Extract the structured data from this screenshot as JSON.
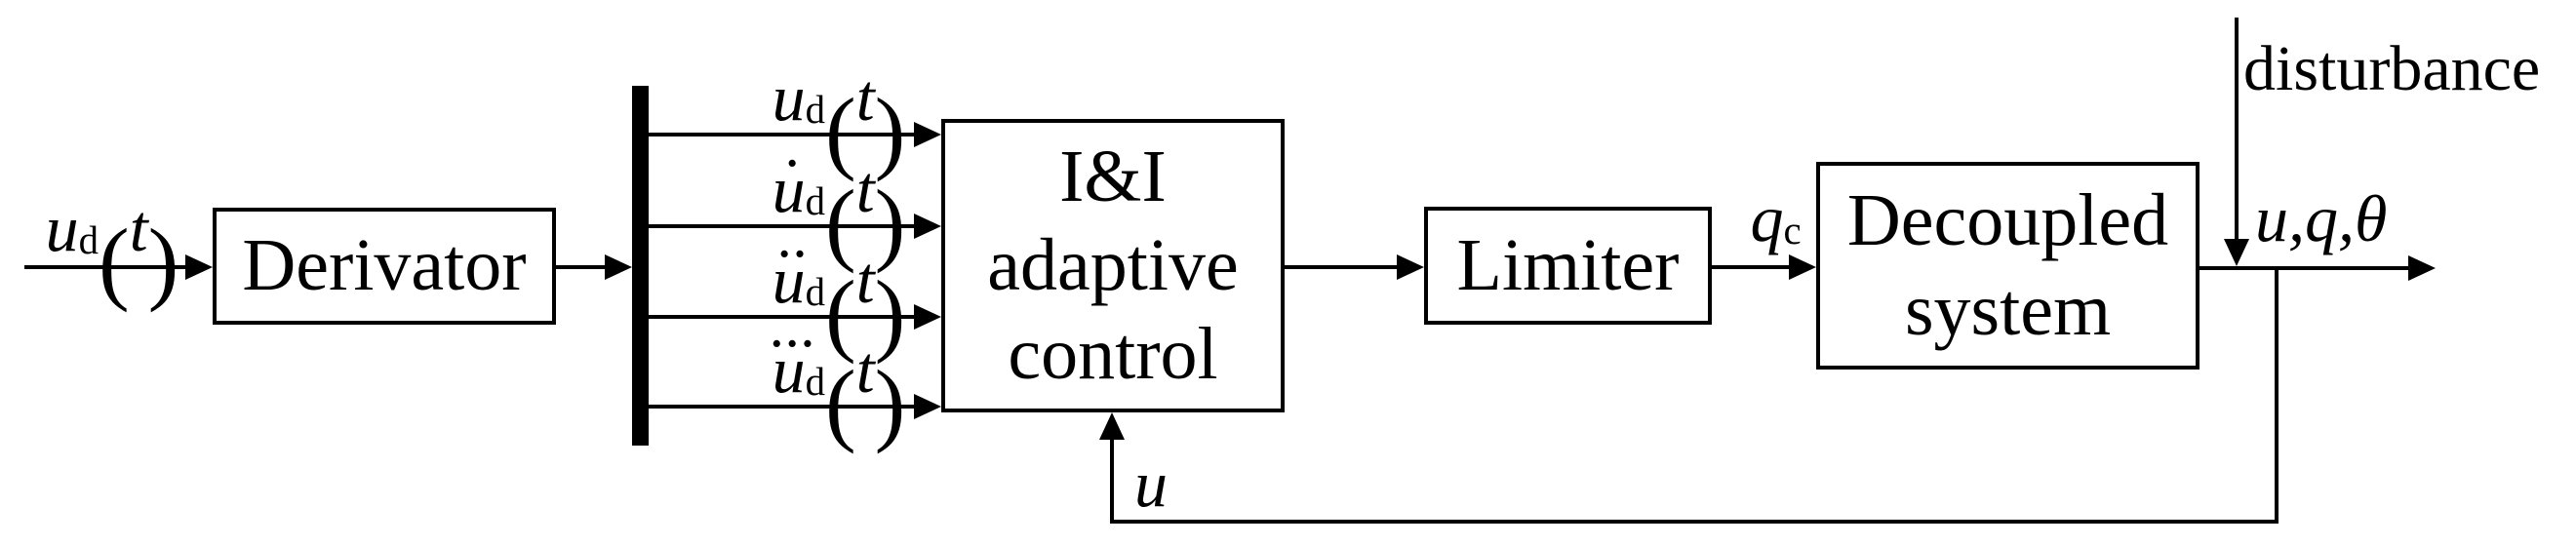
{
  "colors": {
    "ink": "#000000",
    "paper": "#ffffff"
  },
  "input_signal": {
    "dots": "",
    "base": "u",
    "sub": "d",
    "open": "(",
    "var": "t",
    "close": ")"
  },
  "signals": [
    {
      "dots": "",
      "base": "u",
      "sub": "d",
      "open": "(",
      "var": "t",
      "close": ")"
    },
    {
      "dots": "˙",
      "base": "u",
      "sub": "d",
      "open": "(",
      "var": "t",
      "close": ")"
    },
    {
      "dots": "˙˙",
      "base": "u",
      "sub": "d",
      "open": "(",
      "var": "t",
      "close": ")"
    },
    {
      "dots": "˙˙˙",
      "base": "u",
      "sub": "d",
      "open": "(",
      "var": "t",
      "close": ")"
    }
  ],
  "blocks": {
    "derivator": {
      "label": "Derivator"
    },
    "ii": {
      "line1": "I&I",
      "line2": "adaptive",
      "line3": "control"
    },
    "limiter": {
      "label": "Limiter"
    },
    "decoupled": {
      "line1": "Decoupled",
      "line2": "system"
    }
  },
  "labels": {
    "qc_base": "q",
    "qc_sub": "c",
    "output": "u,q,θ",
    "disturbance": "disturbance",
    "feedback_u": "u"
  }
}
